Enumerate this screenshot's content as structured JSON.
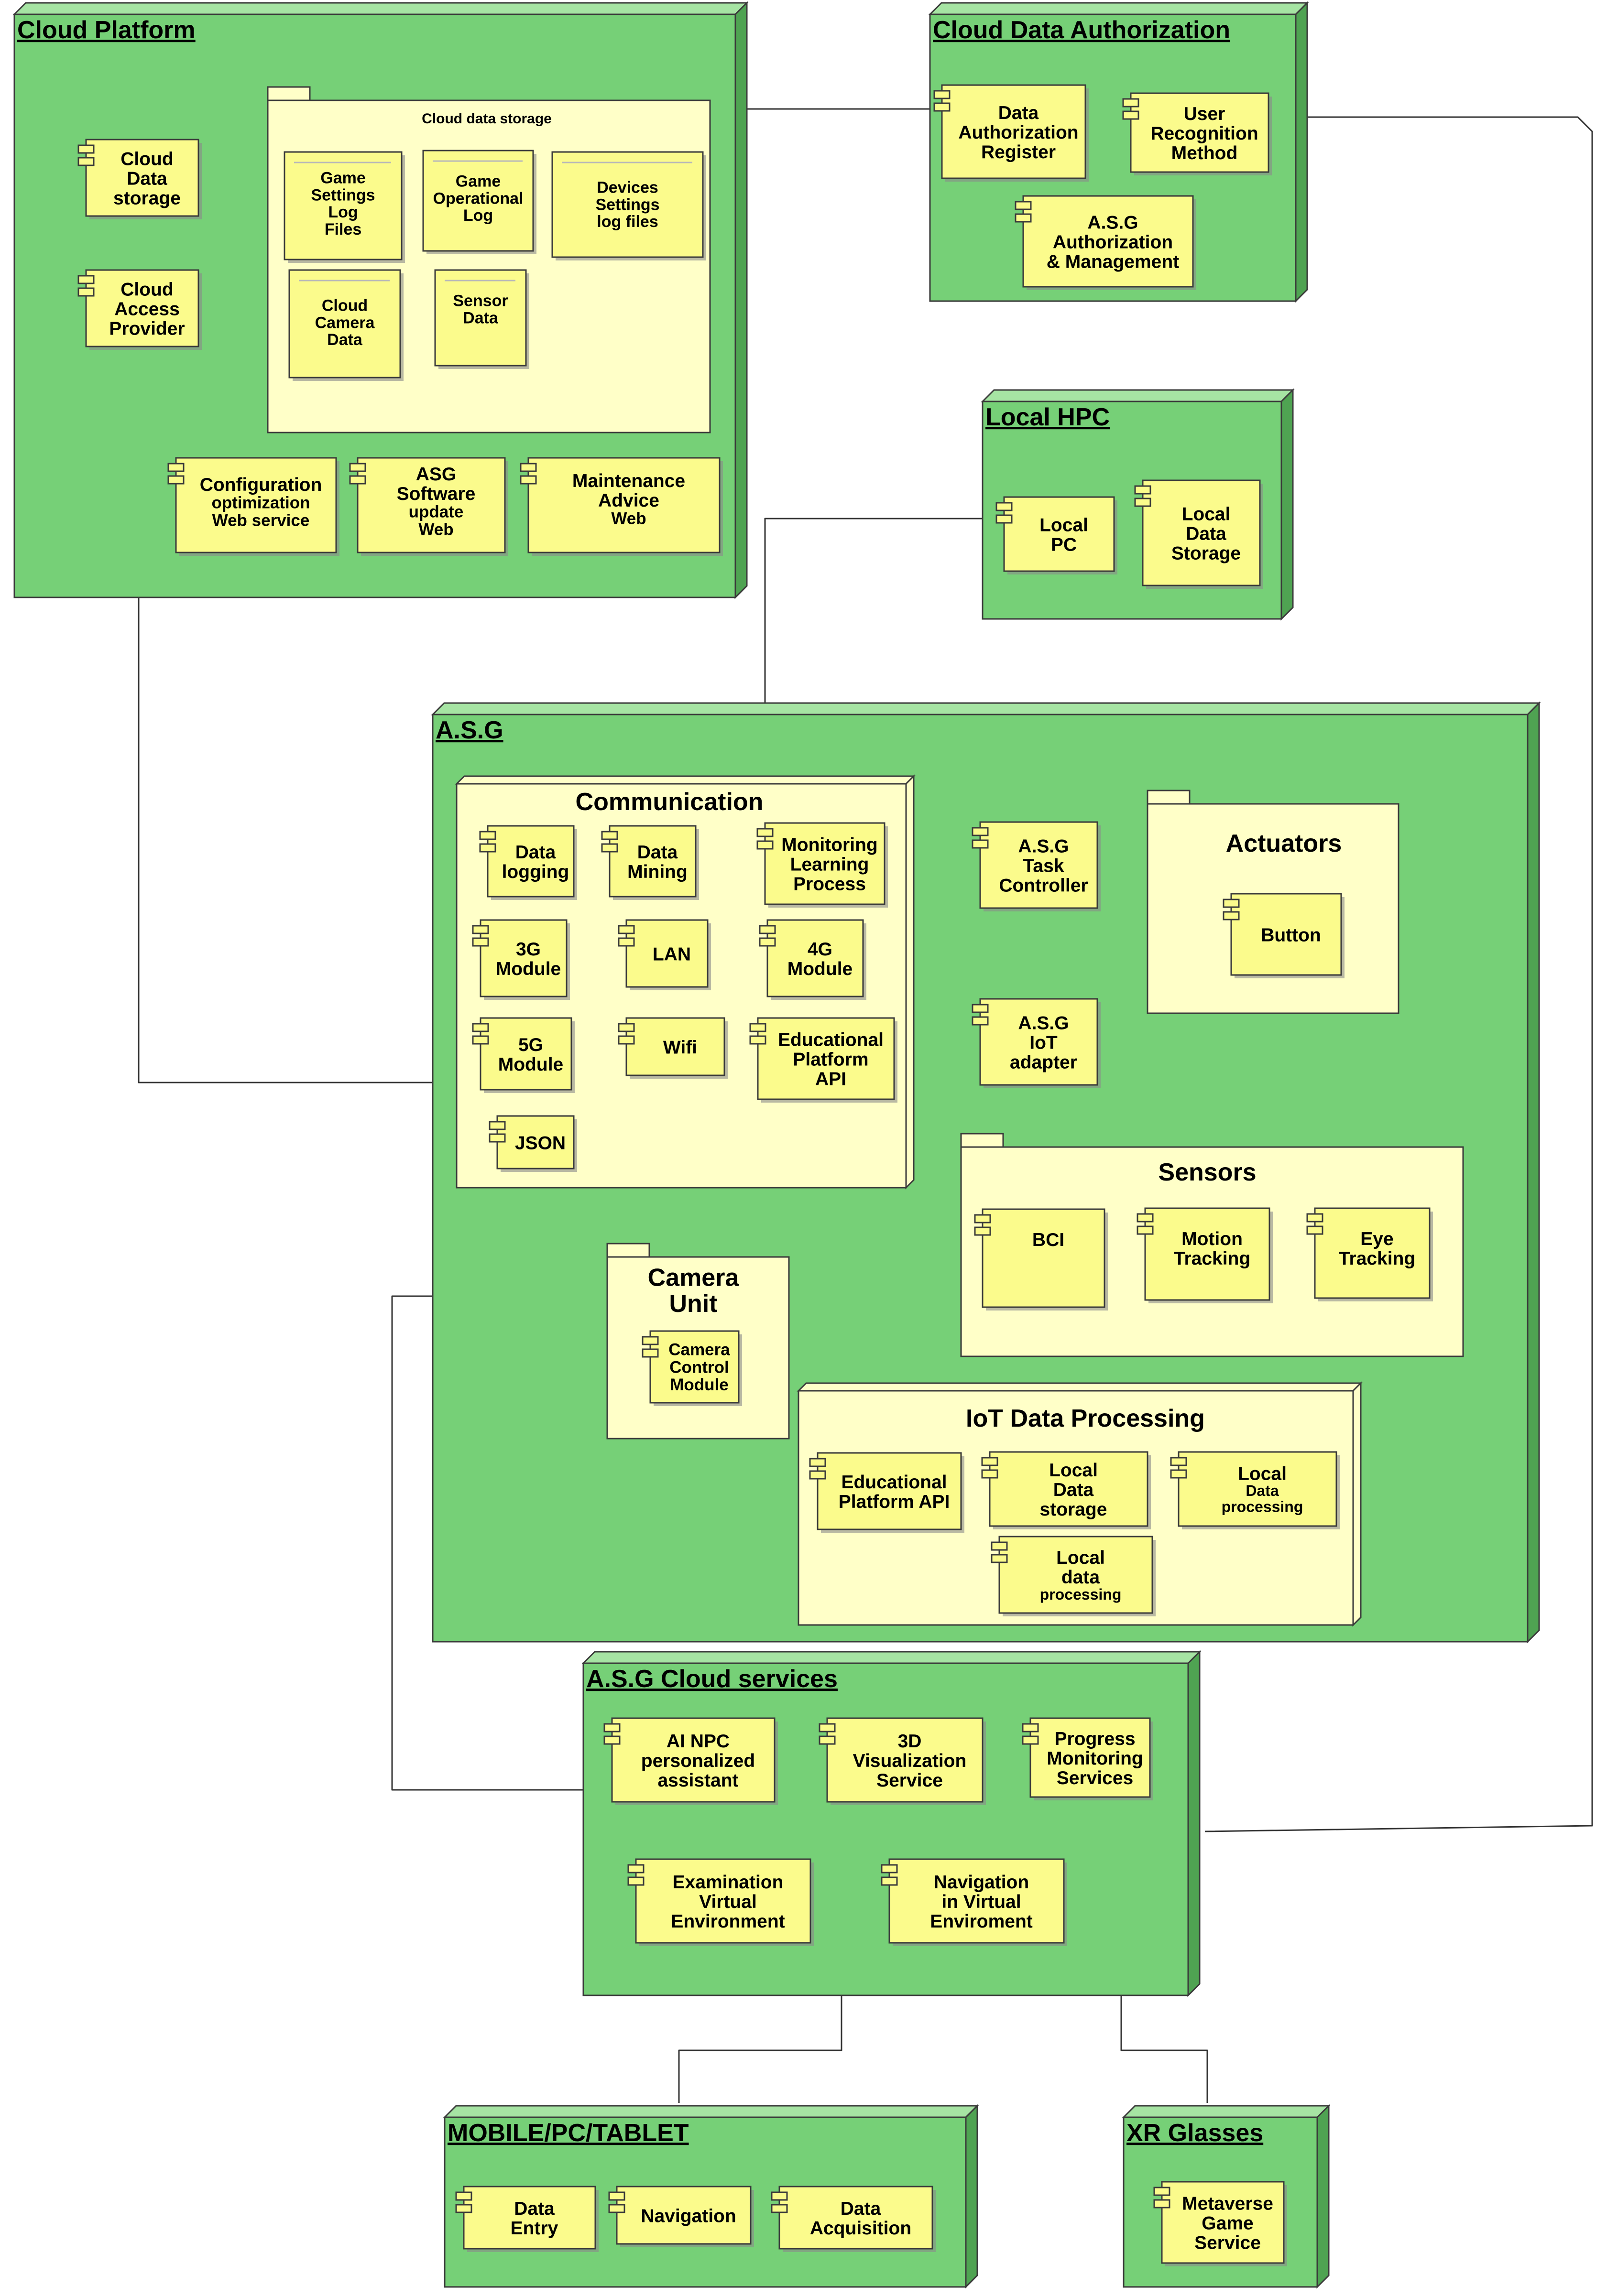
{
  "colors": {
    "node_fill": "#76d077",
    "node_top": "#a6e4a3",
    "node_side": "#4fa352",
    "container_fill": "#ffffc8",
    "component_fill": "#fbfb8c",
    "border": "#3a3a3a",
    "connector": "#333333"
  },
  "nodes": {
    "cloud_platform": {
      "title": "Cloud Platform",
      "cloud_data_storage": [
        "Cloud",
        "Data",
        "storage"
      ],
      "cloud_access_provider": [
        "Cloud",
        "Access",
        "Provider"
      ],
      "storage_package": {
        "title": "Cloud data storage",
        "game_settings_log_files": [
          "Game",
          "Settings",
          "Log",
          "Files"
        ],
        "game_operational_log": [
          "Game",
          "Operational",
          "Log"
        ],
        "devices_settings_log_files": [
          "Devices",
          "Settings",
          "log files"
        ],
        "cloud_camera_data": [
          "Cloud",
          "Camera",
          "Data"
        ],
        "sensor_data": [
          "Sensor",
          "Data"
        ]
      },
      "configuration_service": [
        "Configuration",
        "optimization",
        "Web service"
      ],
      "asg_software_update": [
        "ASG",
        "Software",
        "update",
        "Web"
      ],
      "maintenance_advice": [
        "Maintenance",
        "Advice",
        "Web"
      ]
    },
    "cloud_data_authorization": {
      "title": "Cloud Data Authorization",
      "data_authorization_register": [
        "Data",
        "Authorization",
        "Register"
      ],
      "user_recognition_method": [
        "User",
        "Recognition",
        "Method"
      ],
      "asg_authorization_management": [
        "A.S.G",
        "Authorization",
        "& Management"
      ]
    },
    "local_hpc": {
      "title": "Local HPC",
      "local_pc": [
        "Local",
        "PC"
      ],
      "local_data_storage": [
        "Local",
        "Data",
        "Storage"
      ]
    },
    "asg": {
      "title": "A.S.G",
      "communication": {
        "title": "Communication",
        "data_logging": [
          "Data",
          "logging"
        ],
        "data_mining": [
          "Data",
          "Mining"
        ],
        "monitoring_learning_process": [
          "Monitoring",
          "Learning",
          "Process"
        ],
        "module_3g": [
          "3G",
          "Module"
        ],
        "lan": [
          "LAN"
        ],
        "module_4g": [
          "4G",
          "Module"
        ],
        "module_5g": [
          "5G",
          "Module"
        ],
        "wifi": [
          "Wifi"
        ],
        "educational_platform_api": [
          "Educational",
          "Platform",
          "API"
        ],
        "json": [
          "JSON"
        ]
      },
      "task_controller": [
        "A.S.G",
        "Task",
        "Controller"
      ],
      "actuators": {
        "title": "Actuators",
        "button": [
          "Button"
        ]
      },
      "iot_adapter": [
        "A.S.G",
        "IoT",
        "adapter"
      ],
      "sensors": {
        "title": "Sensors",
        "bci": [
          "BCI"
        ],
        "motion_tracking": [
          "Motion",
          "Tracking"
        ],
        "eye_tracking": [
          "Eye",
          "Tracking"
        ]
      },
      "camera_unit": {
        "title": [
          "Camera",
          "Unit"
        ],
        "camera_control_module": [
          "Camera",
          "Control",
          "Module"
        ]
      },
      "iot_data_processing": {
        "title": "IoT Data Processing",
        "educational_platform_api": [
          "Educational",
          "Platform API"
        ],
        "local_data_storage": [
          "Local",
          "Data",
          "storage"
        ],
        "local_data_processing_a": [
          "Local",
          "Data",
          "processing"
        ],
        "local_data_processing_b": [
          "Local",
          "data",
          "processing"
        ]
      }
    },
    "asg_cloud_services": {
      "title": "A.S.G Cloud services",
      "ai_npc_assistant": [
        "AI NPC",
        "personalized",
        "assistant"
      ],
      "visualization_3d": [
        "3D",
        "Visualization",
        "Service"
      ],
      "progress_monitoring": [
        "Progress",
        "Monitoring",
        "Services"
      ],
      "examination_ve": [
        "Examination",
        "Virtual",
        "Environment"
      ],
      "navigation_ve": [
        "Navigation",
        "in Virtual",
        "Enviroment"
      ]
    },
    "mobile_pc_tablet": {
      "title": "MOBILE/PC/TABLET",
      "data_entry": [
        "Data",
        "Entry"
      ],
      "navigation": [
        "Navigation"
      ],
      "data_acquisition": [
        "Data",
        "Acquisition"
      ]
    },
    "xr_glasses": {
      "title": "XR Glasses",
      "metaverse_game_service": [
        "Metaverse",
        "Game",
        "Service"
      ]
    }
  }
}
